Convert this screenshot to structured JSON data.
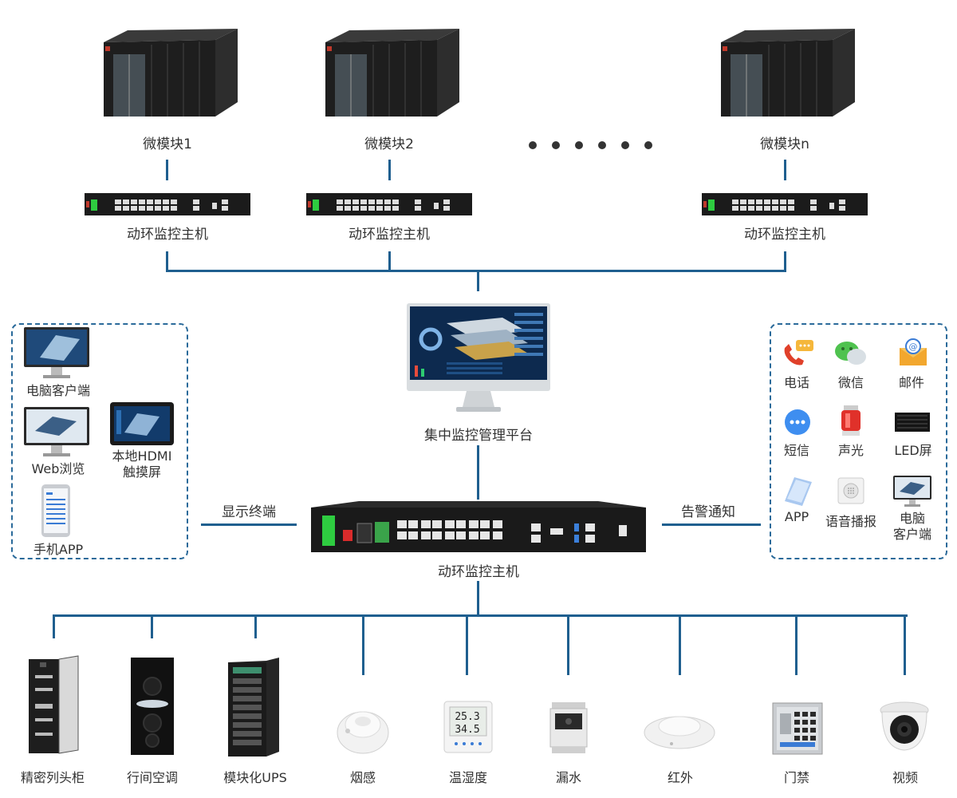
{
  "colors": {
    "line": "#1f5f8f",
    "dash": "#2a6a9a",
    "text": "#333333"
  },
  "modules": [
    {
      "name": "微模块1",
      "host": "动环监控主机"
    },
    {
      "name": "微模块2",
      "host": "动环监控主机"
    },
    {
      "name": "微模块n",
      "host": "动环监控主机"
    }
  ],
  "platform": {
    "label": "集中监控管理平台"
  },
  "main_host": {
    "label": "动环监控主机"
  },
  "display": {
    "connector_label": "显示终端",
    "items": [
      {
        "label": "电脑客户端",
        "icon": "desktop-client-icon"
      },
      {
        "label": "Web浏览",
        "icon": "web-browser-icon"
      },
      {
        "label": "本地HDMI\n触摸屏",
        "icon": "touchscreen-icon"
      },
      {
        "label": "手机APP",
        "icon": "mobile-app-icon"
      }
    ]
  },
  "alarm": {
    "connector_label": "告警通知",
    "items": [
      {
        "label": "电话",
        "icon": "phone-icon"
      },
      {
        "label": "微信",
        "icon": "wechat-icon"
      },
      {
        "label": "邮件",
        "icon": "email-icon"
      },
      {
        "label": "短信",
        "icon": "sms-icon"
      },
      {
        "label": "声光",
        "icon": "siren-icon"
      },
      {
        "label": "LED屏",
        "icon": "led-screen-icon"
      },
      {
        "label": "APP",
        "icon": "app-icon"
      },
      {
        "label": "语音播报",
        "icon": "speaker-icon"
      },
      {
        "label": "电脑\n客户端",
        "icon": "pc-client-icon"
      }
    ]
  },
  "devices": [
    {
      "label": "精密列头柜",
      "icon": "cabinet-icon"
    },
    {
      "label": "行间空调",
      "icon": "air-conditioner-icon"
    },
    {
      "label": "模块化UPS",
      "icon": "ups-icon"
    },
    {
      "label": "烟感",
      "icon": "smoke-detector-icon"
    },
    {
      "label": "温湿度",
      "icon": "thermo-hygrometer-icon"
    },
    {
      "label": "漏水",
      "icon": "water-leak-icon"
    },
    {
      "label": "红外",
      "icon": "infrared-sensor-icon"
    },
    {
      "label": "门禁",
      "icon": "access-control-icon"
    },
    {
      "label": "视频",
      "icon": "camera-icon"
    }
  ],
  "sensor_readings": {
    "temperature": "25.3",
    "humidity": "34.5"
  }
}
